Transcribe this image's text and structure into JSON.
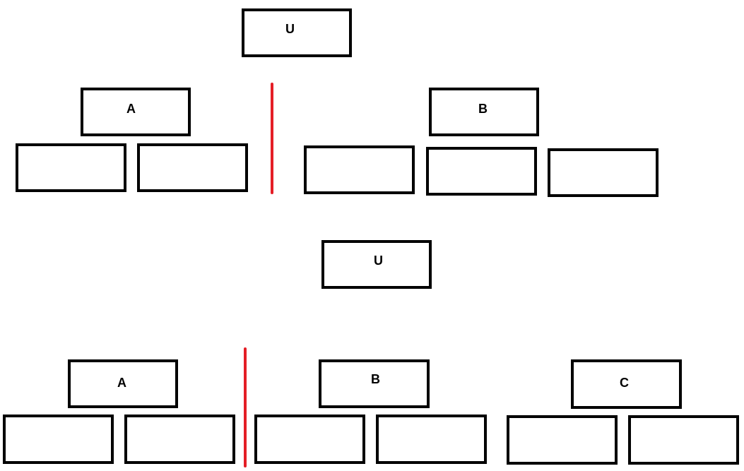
{
  "diagram_top": {
    "root": {
      "label": "U"
    },
    "groups": [
      {
        "label": "A",
        "child_count": 2
      },
      {
        "label": "B",
        "child_count": 3
      }
    ]
  },
  "diagram_bottom": {
    "root": {
      "label": "U"
    },
    "groups": [
      {
        "label": "A",
        "child_count": 2
      },
      {
        "label": "B",
        "child_count": 2
      },
      {
        "label": "C",
        "child_count": 2
      }
    ]
  },
  "colors": {
    "border": "#000000",
    "divider": "#e41e26",
    "background": "#ffffff"
  }
}
